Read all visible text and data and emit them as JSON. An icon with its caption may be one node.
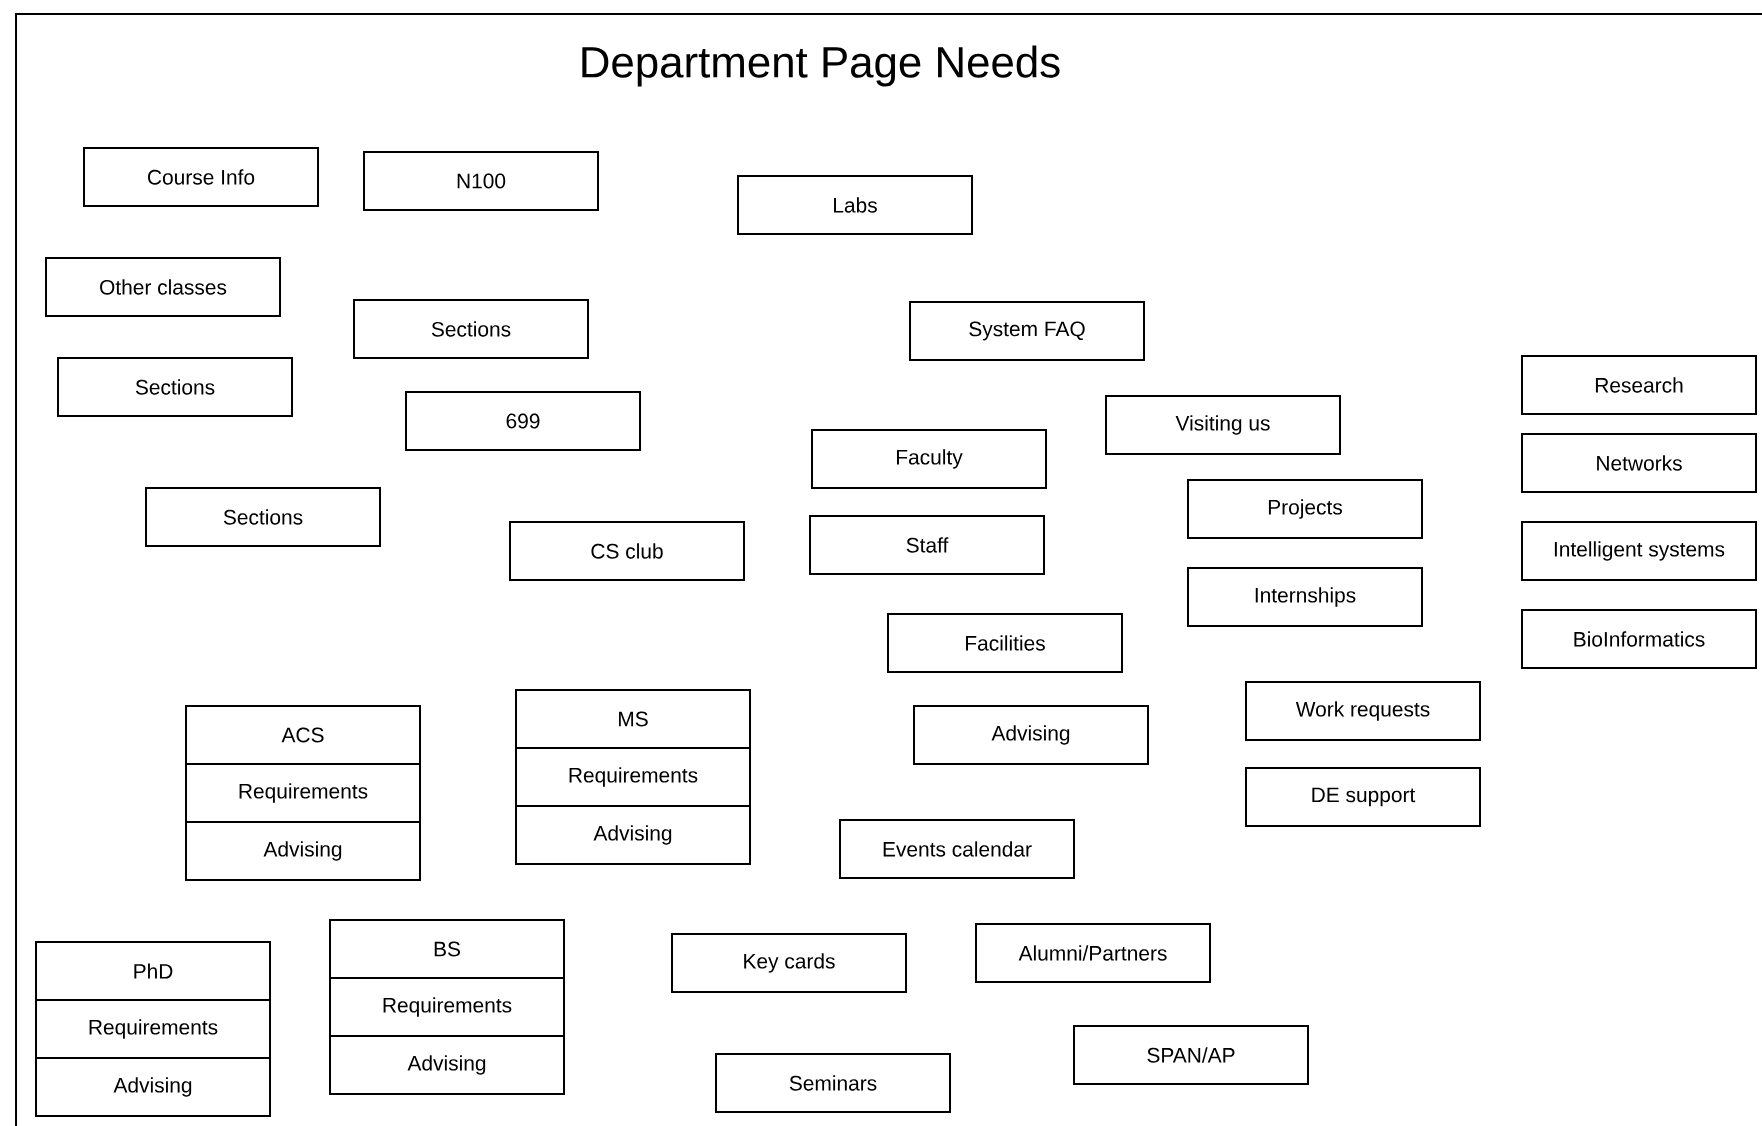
{
  "diagram": {
    "title": "Department Page Needs",
    "nodes": [
      {
        "text": [
          "Course Info"
        ]
      },
      {
        "text": [
          "N100"
        ]
      },
      {
        "text": [
          "Labs"
        ]
      },
      {
        "text": [
          "Other classes"
        ]
      },
      {
        "text": [
          "Sections"
        ]
      },
      {
        "text": [
          "System FAQ"
        ]
      },
      {
        "text": [
          "Research"
        ]
      },
      {
        "text": [
          "Sections"
        ]
      },
      {
        "text": [
          "699"
        ]
      },
      {
        "text": [
          "Visiting us"
        ]
      },
      {
        "text": [
          "Faculty"
        ]
      },
      {
        "text": [
          "Networks"
        ]
      },
      {
        "text": [
          "Projects"
        ]
      },
      {
        "text": [
          "Sections"
        ]
      },
      {
        "text": [
          "Staff"
        ]
      },
      {
        "text": [
          "CS club"
        ]
      },
      {
        "text": [
          "Intelligent systems"
        ]
      },
      {
        "text": [
          "Internships"
        ]
      },
      {
        "text": [
          "BioInformatics"
        ]
      },
      {
        "text": [
          "Facilities"
        ]
      },
      {
        "text": [
          "Work requests"
        ]
      },
      {
        "text": [
          "MS",
          "Requirements",
          "Advising"
        ]
      },
      {
        "text": [
          "ACS",
          "Requirements",
          "Advising"
        ]
      },
      {
        "text": [
          "Advising"
        ]
      },
      {
        "text": [
          "DE support"
        ]
      },
      {
        "text": [
          "Events calendar"
        ]
      },
      {
        "text": [
          "BS",
          "Requirements",
          "Advising"
        ]
      },
      {
        "text": [
          "Alumni/Partners"
        ]
      },
      {
        "text": [
          "Key cards"
        ]
      },
      {
        "text": [
          "PhD",
          "Requirements",
          "Advising"
        ]
      },
      {
        "text": [
          "SPAN/AP"
        ]
      },
      {
        "text": [
          "Seminars"
        ]
      }
    ]
  }
}
